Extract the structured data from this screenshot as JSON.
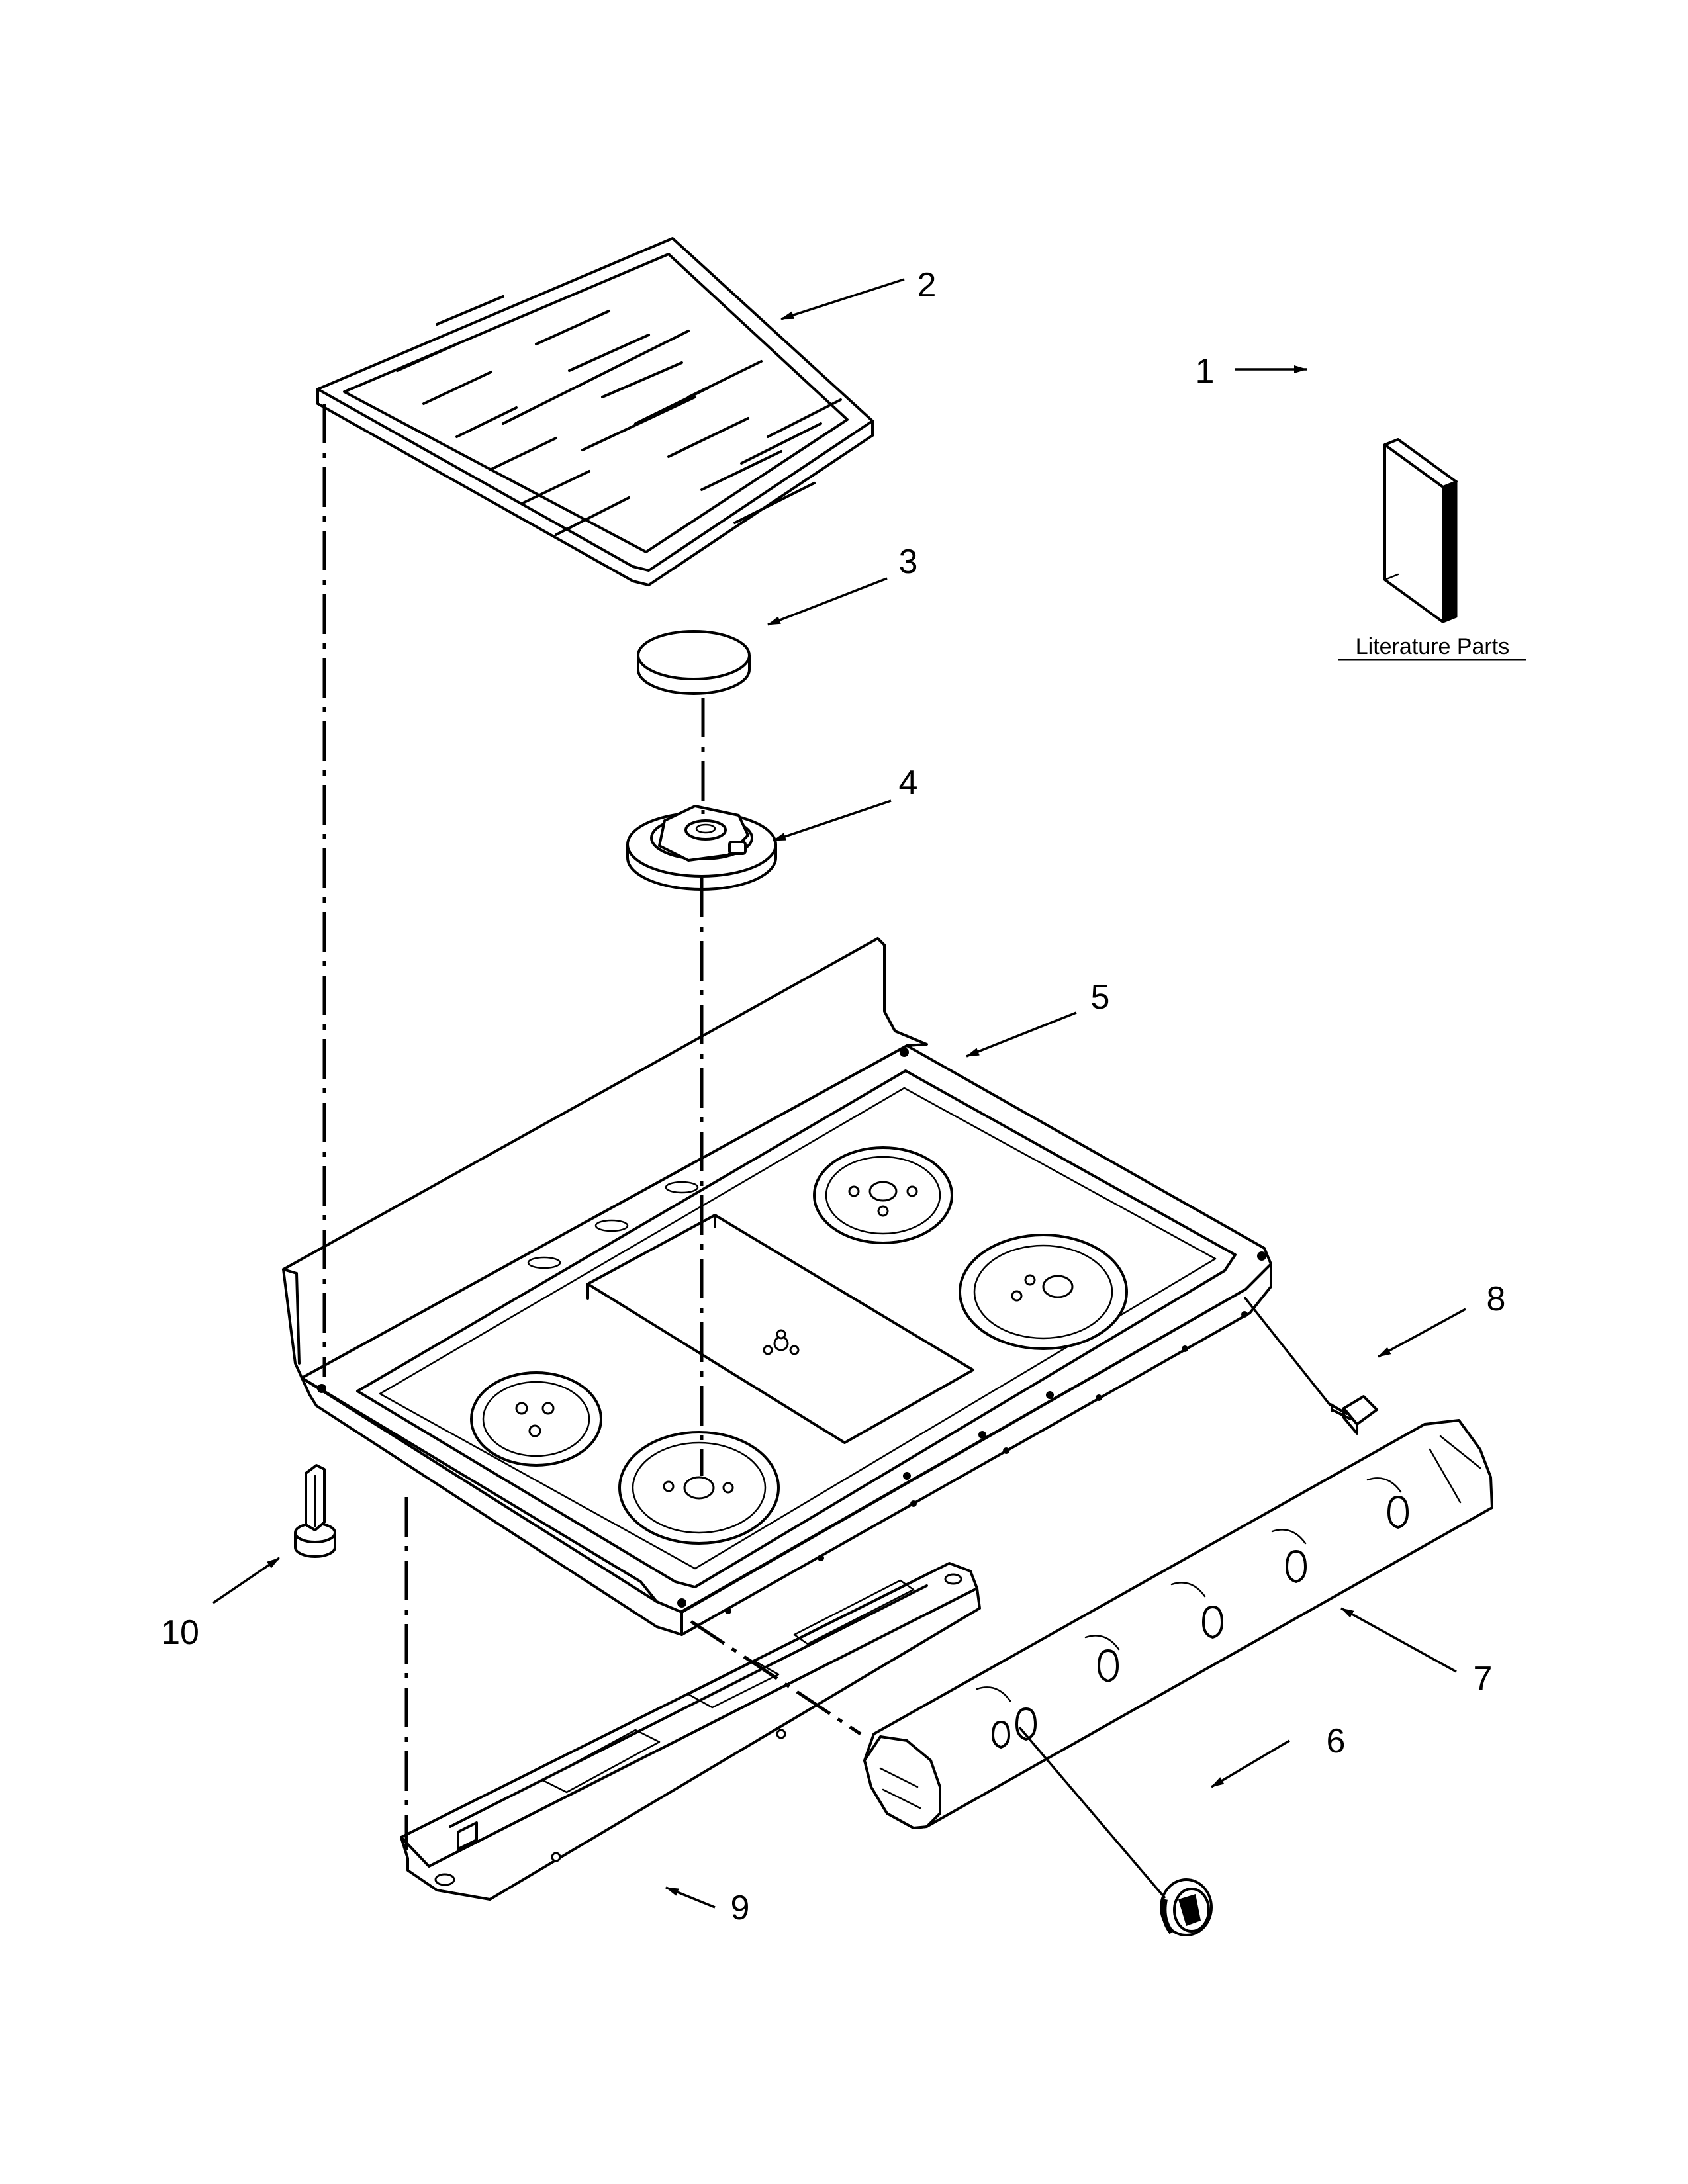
{
  "diagram": {
    "literature_label": "Literature Parts",
    "callouts": [
      {
        "id": "1",
        "label": "1"
      },
      {
        "id": "2",
        "label": "2"
      },
      {
        "id": "3",
        "label": "3"
      },
      {
        "id": "4",
        "label": "4"
      },
      {
        "id": "5",
        "label": "5"
      },
      {
        "id": "6",
        "label": "6"
      },
      {
        "id": "7",
        "label": "7"
      },
      {
        "id": "8",
        "label": "8"
      },
      {
        "id": "9",
        "label": "9"
      },
      {
        "id": "10",
        "label": "10"
      }
    ]
  }
}
